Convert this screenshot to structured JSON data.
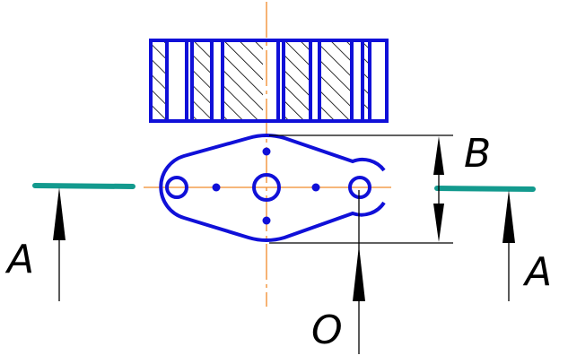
{
  "labels": {
    "section_left": "A",
    "section_right": "A",
    "dimension": "B",
    "origin": "O"
  },
  "colors": {
    "part_outline": "#1010d8",
    "section_line": "#139a8e",
    "centerline": "#f08a2a",
    "dimension_lines": "#000000",
    "background": "#ffffff"
  }
}
